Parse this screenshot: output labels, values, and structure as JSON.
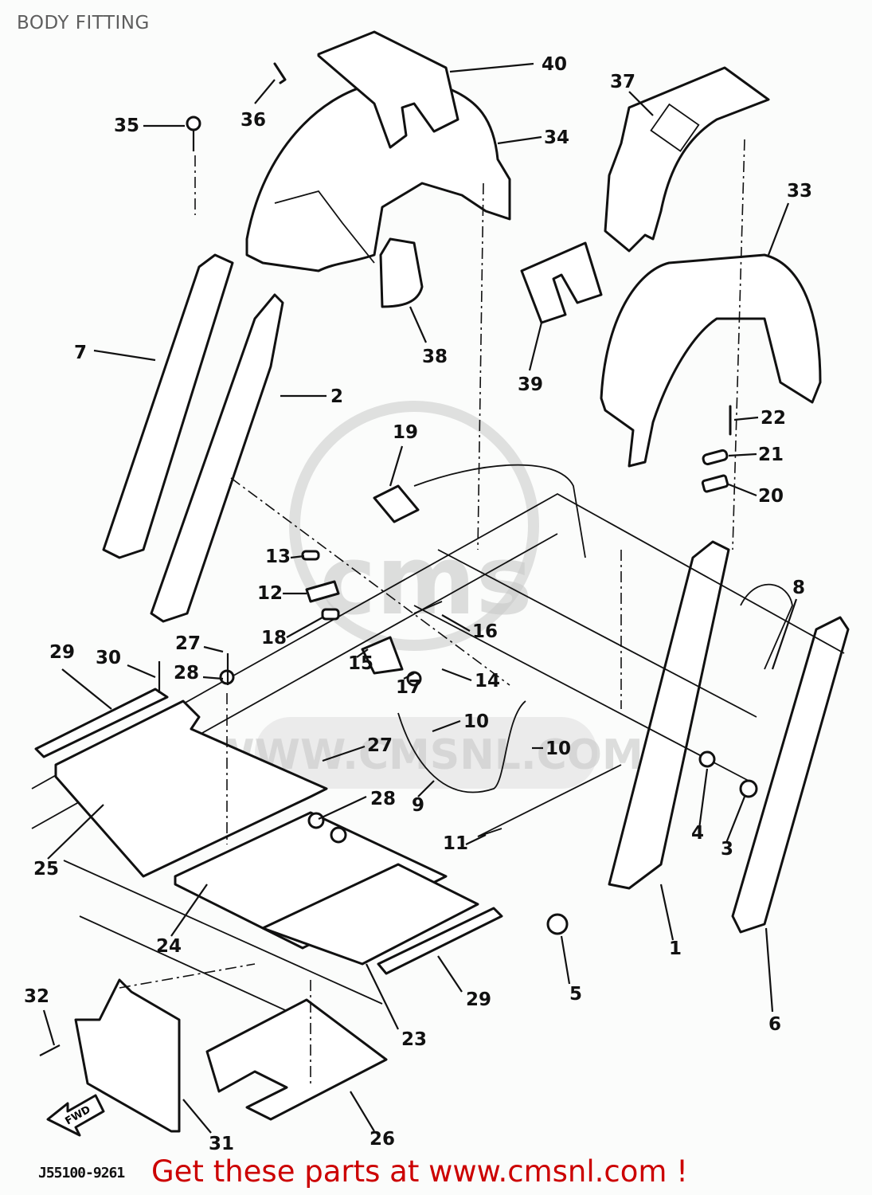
{
  "title": "BODY FITTING",
  "diagram_code": "J55100-9261",
  "promo_text": "Get these parts at www.cmsnl.com !",
  "colors": {
    "promo": "#cc0000",
    "title": "#5e5e5e",
    "line": "#111111",
    "watermark": "#c8c8c8",
    "background": "#fbfcfb"
  },
  "watermark": {
    "brand": "cms",
    "url": "WWW.CMSNL.COM"
  },
  "fwd_arrow_label": "FWD",
  "callouts": [
    {
      "id": "1",
      "label": "1"
    },
    {
      "id": "2",
      "label": "2"
    },
    {
      "id": "3",
      "label": "3"
    },
    {
      "id": "4",
      "label": "4"
    },
    {
      "id": "5",
      "label": "5"
    },
    {
      "id": "6",
      "label": "6"
    },
    {
      "id": "7",
      "label": "7"
    },
    {
      "id": "8",
      "label": "8"
    },
    {
      "id": "9",
      "label": "9"
    },
    {
      "id": "10a",
      "label": "10"
    },
    {
      "id": "10b",
      "label": "10"
    },
    {
      "id": "11",
      "label": "11"
    },
    {
      "id": "12",
      "label": "12"
    },
    {
      "id": "13",
      "label": "13"
    },
    {
      "id": "14",
      "label": "14"
    },
    {
      "id": "15",
      "label": "15"
    },
    {
      "id": "16",
      "label": "16"
    },
    {
      "id": "17",
      "label": "17"
    },
    {
      "id": "18",
      "label": "18"
    },
    {
      "id": "19",
      "label": "19"
    },
    {
      "id": "20",
      "label": "20"
    },
    {
      "id": "21",
      "label": "21"
    },
    {
      "id": "22",
      "label": "22"
    },
    {
      "id": "23",
      "label": "23"
    },
    {
      "id": "24",
      "label": "24"
    },
    {
      "id": "25",
      "label": "25"
    },
    {
      "id": "26",
      "label": "26"
    },
    {
      "id": "27a",
      "label": "27"
    },
    {
      "id": "27b",
      "label": "27"
    },
    {
      "id": "28a",
      "label": "28"
    },
    {
      "id": "28b",
      "label": "28"
    },
    {
      "id": "29a",
      "label": "29"
    },
    {
      "id": "29b",
      "label": "29"
    },
    {
      "id": "30",
      "label": "30"
    },
    {
      "id": "31",
      "label": "31"
    },
    {
      "id": "32",
      "label": "32"
    },
    {
      "id": "33",
      "label": "33"
    },
    {
      "id": "34",
      "label": "34"
    },
    {
      "id": "35",
      "label": "35"
    },
    {
      "id": "36",
      "label": "36"
    },
    {
      "id": "37",
      "label": "37"
    },
    {
      "id": "38",
      "label": "38"
    },
    {
      "id": "39",
      "label": "39"
    },
    {
      "id": "40",
      "label": "40"
    }
  ]
}
